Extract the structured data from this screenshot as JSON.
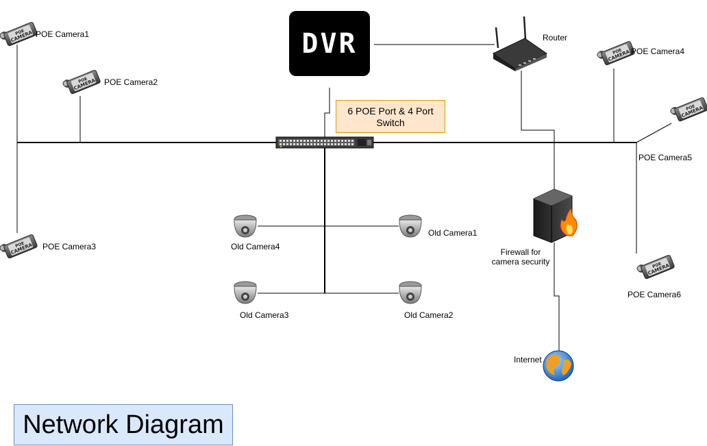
{
  "title": "Network Diagram",
  "dvr": {
    "label": "DVR"
  },
  "switch": {
    "note": "6 POE Port  & 4 Port Switch"
  },
  "router": {
    "label": "Router"
  },
  "firewall": {
    "label_line1": "Firewall for",
    "label_line2": "camera security"
  },
  "internet": {
    "label": "Internet"
  },
  "poe_cameras": [
    {
      "label": "POE Camera1",
      "icon_text": "POE CAMERA"
    },
    {
      "label": "POE Camera2",
      "icon_text": "POE CAMERA"
    },
    {
      "label": "POE Camera3",
      "icon_text": "POE CAMERA"
    },
    {
      "label": "POE Camera4",
      "icon_text": "POE CAMERA"
    },
    {
      "label": "POE Camera5",
      "icon_text": "POE CAMERA"
    },
    {
      "label": "POE Camera6",
      "icon_text": "POE CAMERA"
    }
  ],
  "old_cameras": [
    {
      "label": "Old Camera1"
    },
    {
      "label": "Old Camera2"
    },
    {
      "label": "Old Camera3"
    },
    {
      "label": "Old Camera4"
    }
  ],
  "colors": {
    "switch_note_fill": "#ffe6cc",
    "switch_note_border": "#d79b00",
    "title_fill": "#dae8fc",
    "title_border": "#6c8ebf",
    "line": "#000000"
  }
}
